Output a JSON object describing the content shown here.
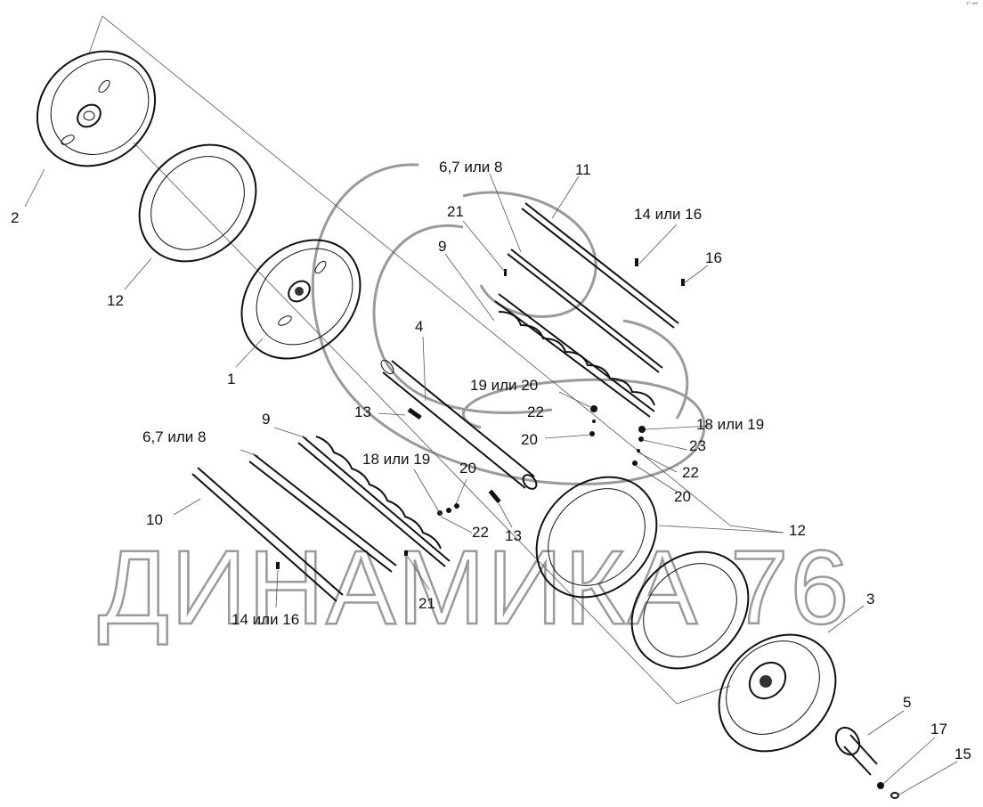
{
  "diagram": {
    "watermark": "ДИНАМИКА 76",
    "corner_mark": "•° •••",
    "labels": [
      "2",
      "12",
      "1",
      "6,7 или 8",
      "11",
      "14 или 16",
      "16",
      "21",
      "9",
      "4",
      "19 или 20",
      "22",
      "20",
      "13",
      "18 или 19",
      "23",
      "22",
      "20",
      "9",
      "6,7 или 8",
      "18 или 19",
      "20",
      "10",
      "22",
      "13",
      "12",
      "3",
      "14 или 16",
      "21",
      "5",
      "17",
      "15"
    ]
  }
}
